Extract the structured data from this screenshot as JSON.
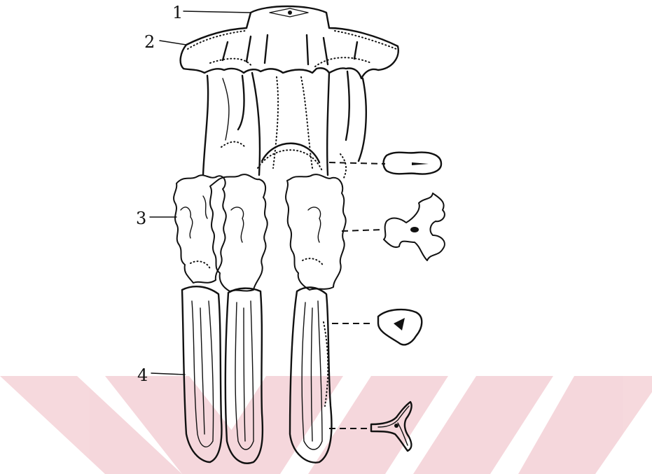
{
  "labels": [
    "1",
    "2",
    "3",
    "4"
  ],
  "colors": {
    "ink": "#111111",
    "watermark": "#c8102e",
    "background": "#ffffff"
  }
}
